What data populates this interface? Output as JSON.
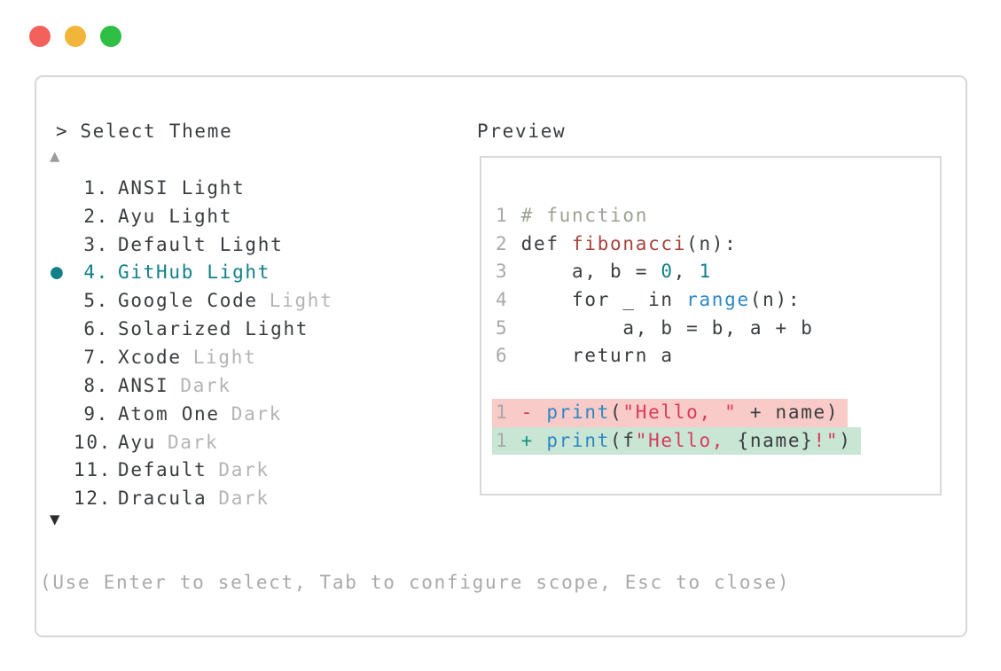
{
  "window": {
    "controls": {
      "close_color": "#f4605a",
      "minimize_color": "#f2b53a",
      "maximize_color": "#2fbf45"
    }
  },
  "header": {
    "prompt": ">",
    "title": "Select Theme"
  },
  "theme_list": {
    "scroll_up_icon": "▲",
    "scroll_down_icon": "▼",
    "selected_index": 4,
    "items": [
      {
        "marker": "",
        "number": "1.",
        "name": "ANSI Light",
        "muted": "",
        "selected": false
      },
      {
        "marker": "",
        "number": "2.",
        "name": "Ayu Light",
        "muted": "",
        "selected": false
      },
      {
        "marker": "",
        "number": "3.",
        "name": "Default Light",
        "muted": "",
        "selected": false
      },
      {
        "marker": "●",
        "number": "4.",
        "name": "GitHub Light",
        "muted": "",
        "selected": true
      },
      {
        "marker": "",
        "number": "5.",
        "name": "Google Code",
        "muted": "Light",
        "selected": false
      },
      {
        "marker": "",
        "number": "6.",
        "name": "Solarized Light",
        "muted": "",
        "selected": false
      },
      {
        "marker": "",
        "number": "7.",
        "name": "Xcode",
        "muted": "Light",
        "selected": false
      },
      {
        "marker": "",
        "number": "8.",
        "name": "ANSI",
        "muted": "Dark",
        "selected": false
      },
      {
        "marker": "",
        "number": "9.",
        "name": "Atom One",
        "muted": "Dark",
        "selected": false
      },
      {
        "marker": "",
        "number": "10.",
        "name": "Ayu",
        "muted": "Dark",
        "selected": false
      },
      {
        "marker": "",
        "number": "11.",
        "name": "Default",
        "muted": "Dark",
        "selected": false
      },
      {
        "marker": "",
        "number": "12.",
        "name": "Dracula",
        "muted": "Dark",
        "selected": false
      }
    ]
  },
  "preview": {
    "label": "Preview",
    "code_lines": [
      {
        "num": "1",
        "tokens": [
          {
            "t": "# function",
            "c": "comment"
          }
        ]
      },
      {
        "num": "2",
        "tokens": [
          {
            "t": "def ",
            "c": "fg"
          },
          {
            "t": "fibonacci",
            "c": "func"
          },
          {
            "t": "(n):",
            "c": "fg"
          }
        ]
      },
      {
        "num": "3",
        "tokens": [
          {
            "t": "    a, b = ",
            "c": "fg"
          },
          {
            "t": "0",
            "c": "num"
          },
          {
            "t": ", ",
            "c": "fg"
          },
          {
            "t": "1",
            "c": "num"
          }
        ]
      },
      {
        "num": "4",
        "tokens": [
          {
            "t": "    for _ in ",
            "c": "fg"
          },
          {
            "t": "range",
            "c": "builtin"
          },
          {
            "t": "(n):",
            "c": "fg"
          }
        ]
      },
      {
        "num": "5",
        "tokens": [
          {
            "t": "        a, b = b, a + b",
            "c": "fg"
          }
        ]
      },
      {
        "num": "6",
        "tokens": [
          {
            "t": "    return a",
            "c": "fg"
          }
        ]
      }
    ],
    "diff_lines": [
      {
        "num": "1",
        "type": "removed",
        "tokens": [
          {
            "t": "- ",
            "c": "minus"
          },
          {
            "t": "print",
            "c": "builtin"
          },
          {
            "t": "(",
            "c": "fg"
          },
          {
            "t": "\"Hello, \"",
            "c": "string"
          },
          {
            "t": " + name)",
            "c": "fg"
          }
        ]
      },
      {
        "num": "1",
        "type": "added",
        "tokens": [
          {
            "t": "+ ",
            "c": "plus"
          },
          {
            "t": "print",
            "c": "builtin"
          },
          {
            "t": "(f",
            "c": "fg"
          },
          {
            "t": "\"Hello, ",
            "c": "string"
          },
          {
            "t": "{name}",
            "c": "fg"
          },
          {
            "t": "!\"",
            "c": "string"
          },
          {
            "t": ")",
            "c": "fg"
          }
        ]
      }
    ]
  },
  "footer": {
    "hint": "(Use Enter to select, Tab to configure scope, Esc to close)"
  },
  "palette": {
    "foreground": "#393d3f",
    "muted": "#b4b4b4",
    "selected_teal": "#11808a",
    "line_number": "#a8a8a8",
    "comment": "#9ca294",
    "function_name": "#a8433b",
    "number_literal": "#11808a",
    "builtin": "#2f87c4",
    "string": "#d93a5f",
    "diff_minus": "#d93a5f",
    "diff_plus": "#11917e",
    "removed_bg": "#f8cac8",
    "added_bg": "#c9e6d4",
    "border": "#d7d7d7",
    "hint_gray": "#a9a9a9"
  }
}
